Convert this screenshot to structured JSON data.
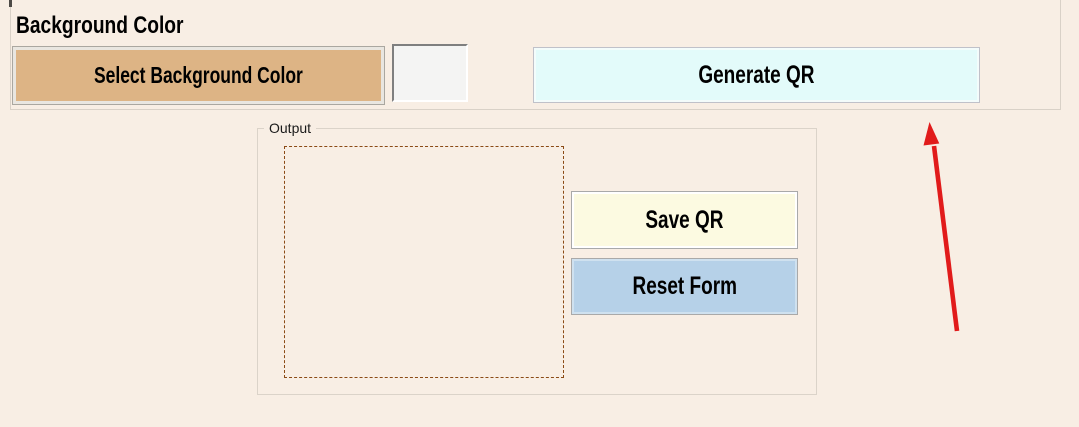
{
  "colors": {
    "background": "#f8eee4",
    "panel_border": "#d9d1c7",
    "select_button_bg": "#ddb485",
    "generate_button_bg": "#e3fbfa",
    "save_button_bg": "#fcfae1",
    "reset_button_bg": "#b6d1e8",
    "swatch_color": "#f4f4f3",
    "dashed_placeholder_border": "#8a4a15",
    "arrow_color": "#e11b1b"
  },
  "background_section": {
    "title": "Background Color",
    "select_button_label": "Select Background Color",
    "generate_button_label": "Generate QR"
  },
  "output_section": {
    "title": "Output",
    "save_button_label": "Save QR",
    "reset_button_label": "Reset Form"
  },
  "annotation": {
    "arrow_color": "#e11b1b"
  }
}
